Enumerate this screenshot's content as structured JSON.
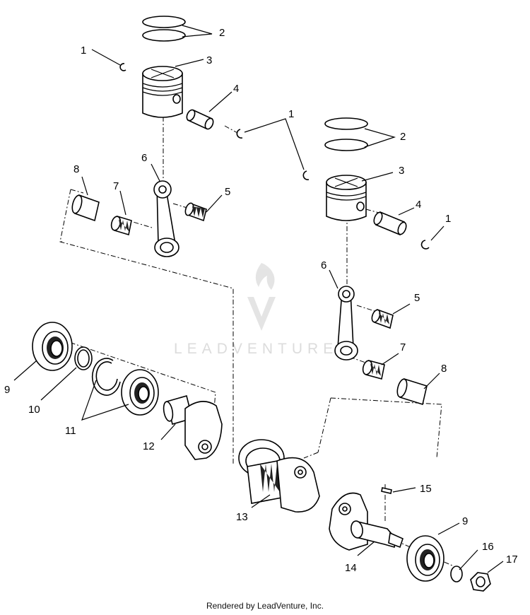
{
  "diagram": {
    "callouts": {
      "c2a": "2",
      "c1a": "1",
      "c3a": "3",
      "c4a": "4",
      "c1b": "1",
      "c6a": "6",
      "c8a": "8",
      "c7a": "7",
      "c5a": "5",
      "c2b": "2",
      "c3b": "3",
      "c4b": "4",
      "c1c": "1",
      "c6b": "6",
      "c5b": "5",
      "c7b": "7",
      "c8b": "8",
      "c9a": "9",
      "c10": "10",
      "c11": "11",
      "c12": "12",
      "c13": "13",
      "c15": "15",
      "c9b": "9",
      "c16": "16",
      "c14": "14",
      "c17": "17"
    },
    "watermark": "LEADVENTURE"
  },
  "footer": "Rendered by LeadVenture, Inc."
}
